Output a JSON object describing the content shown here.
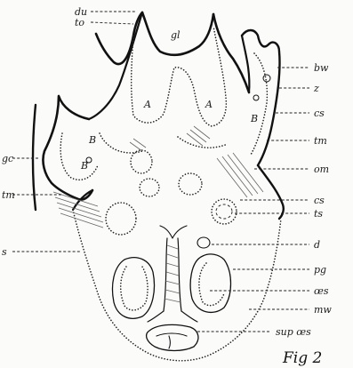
{
  "figure": {
    "caption": "Fig 2",
    "labels": {
      "du": "du",
      "to": "to",
      "gl": "gl",
      "bw": "bw",
      "z": "z",
      "cs_right": "cs",
      "tm_right": "tm",
      "om": "om",
      "cs_mid": "cs",
      "ts": "ts",
      "d": "d",
      "pg": "pg",
      "oes": "œs",
      "mw": "mw",
      "sup_oes": "sup œs",
      "gc": "gc",
      "tm_left": "tm",
      "s": "s",
      "A_left": "A",
      "A_right": "A",
      "B_left": "B",
      "B_left_lower": "B",
      "B_right": "B"
    }
  }
}
